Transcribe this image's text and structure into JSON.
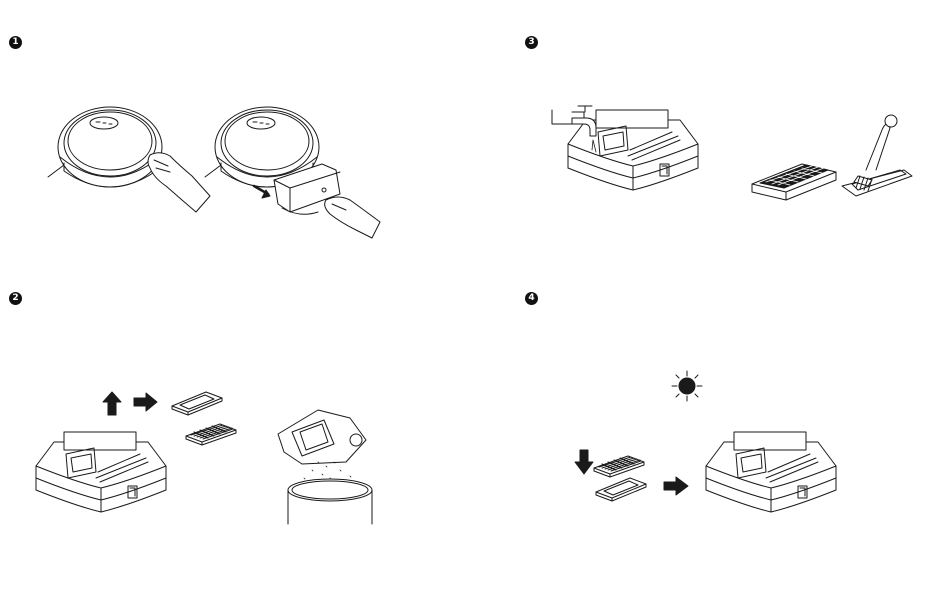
{
  "steps": [
    {
      "id": "1",
      "label": "1"
    },
    {
      "id": "2",
      "label": "2"
    },
    {
      "id": "3",
      "label": "3"
    },
    {
      "id": "4",
      "label": "4"
    }
  ],
  "icons": {
    "step1": [
      "robot-vacuum-icon",
      "hand-icon",
      "dustbin-icon",
      "arrow-down-left-icon"
    ],
    "step2": [
      "arrow-up-icon",
      "arrow-right-icon",
      "filter-icon",
      "dustbin-open-icon",
      "trash-can-icon"
    ],
    "step3": [
      "water-tap-icon",
      "dustbin-open-icon",
      "filter-icon",
      "cleaning-brush-icon"
    ],
    "step4": [
      "sun-icon",
      "arrow-down-icon",
      "filter-icon",
      "arrow-right-icon",
      "dustbin-open-icon"
    ]
  },
  "colors": {
    "ink": "#1a1a1a",
    "badge": "#111111",
    "background": "#ffffff"
  }
}
